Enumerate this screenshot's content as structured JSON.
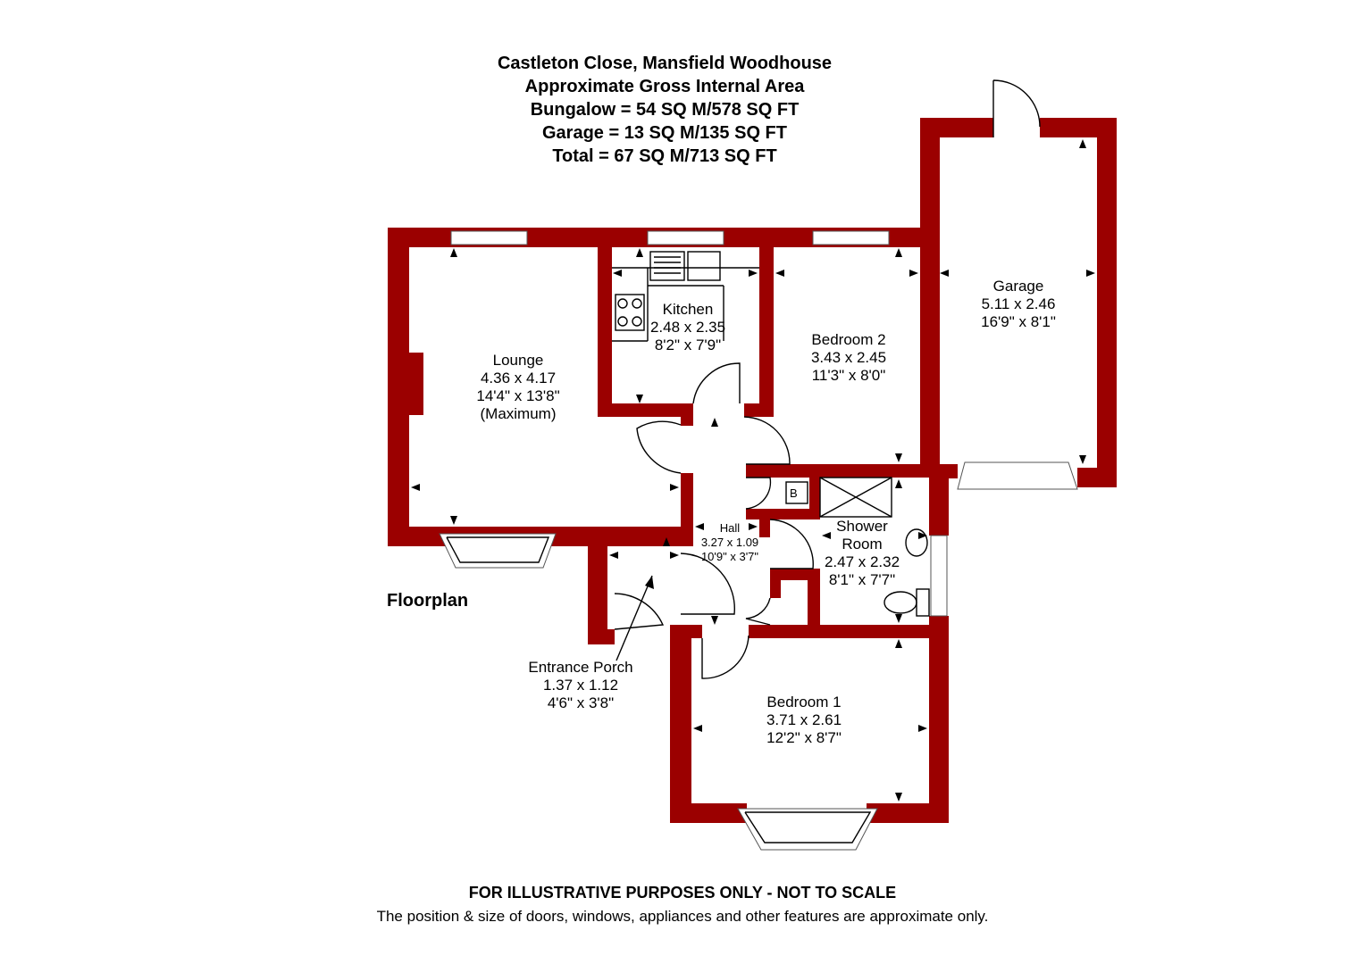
{
  "header": {
    "address": "Castleton Close, Mansfield Woodhouse",
    "area_heading": "Approximate Gross Internal Area",
    "bungalow": "Bungalow = 54 SQ M/578 SQ FT",
    "garage": "Garage = 13 SQ M/135 SQ FT",
    "total": "Total = 67 SQ M/713 SQ FT"
  },
  "plan_label": "Floorplan",
  "rooms": {
    "lounge": {
      "name": "Lounge",
      "metric": "4.36 x 4.17",
      "imperial": "14'4\" x 13'8\"",
      "note": "(Maximum)"
    },
    "kitchen": {
      "name": "Kitchen",
      "metric": "2.48 x 2.35",
      "imperial": "8'2\" x 7'9\""
    },
    "bedroom2": {
      "name": "Bedroom 2",
      "metric": "3.43 x 2.45",
      "imperial": "11'3\" x 8'0\""
    },
    "garage": {
      "name": "Garage",
      "metric": "5.11 x 2.46",
      "imperial": "16'9\" x 8'1\""
    },
    "hall": {
      "name": "Hall",
      "metric": "3.27 x 1.09",
      "imperial": "10'9\" x 3'7\""
    },
    "shower": {
      "name_line1": "Shower",
      "name_line2": "Room",
      "metric": "2.47 x 2.32",
      "imperial": "8'1\" x 7'7\""
    },
    "porch": {
      "name": "Entrance Porch",
      "metric": "1.37 x 1.12",
      "imperial": "4'6\" x 3'8\""
    },
    "bedroom1": {
      "name": "Bedroom 1",
      "metric": "3.71 x 2.61",
      "imperial": "12'2\" x 8'7\""
    }
  },
  "boiler_label": "B",
  "footer": {
    "disclaimer": "FOR ILLUSTRATIVE PURPOSES ONLY - NOT TO SCALE",
    "note": "The position & size of doors, windows, appliances and other features are approximate only."
  },
  "colors": {
    "wall": "#9b0000",
    "background": "#ffffff"
  }
}
